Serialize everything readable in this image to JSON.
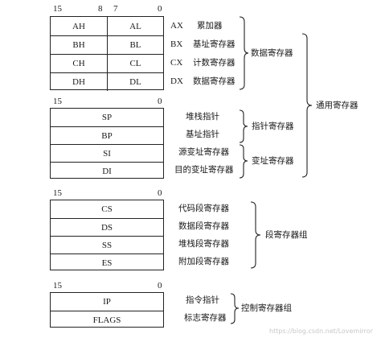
{
  "data_registers": {
    "bit_labels": {
      "high_left": "15",
      "high_right": "8",
      "low_left": "7",
      "low_right": "0"
    },
    "rows": [
      {
        "high": "AH",
        "low": "AL",
        "name": "AX",
        "desc": "累加器"
      },
      {
        "high": "BH",
        "low": "BL",
        "name": "BX",
        "desc": "基址寄存器"
      },
      {
        "high": "CH",
        "low": "CL",
        "name": "CX",
        "desc": "计数寄存器"
      },
      {
        "high": "DH",
        "low": "DL",
        "name": "DX",
        "desc": "数据寄存器"
      }
    ],
    "group_label": "数据寄存器"
  },
  "pointer_index_registers": {
    "bit_labels": {
      "left": "15",
      "right": "0"
    },
    "rows": [
      {
        "name": "SP",
        "desc": "堆栈指针"
      },
      {
        "name": "BP",
        "desc": "基址指针"
      },
      {
        "name": "SI",
        "desc": "源变址寄存器"
      },
      {
        "name": "DI",
        "desc": "目的变址寄存器"
      }
    ],
    "pointer_group_label": "指针寄存器",
    "index_group_label": "变址寄存器"
  },
  "general_group_label": "通用寄存器",
  "segment_registers": {
    "bit_labels": {
      "left": "15",
      "right": "0"
    },
    "rows": [
      {
        "name": "CS",
        "desc": "代码段寄存器"
      },
      {
        "name": "DS",
        "desc": "数据段寄存器"
      },
      {
        "name": "SS",
        "desc": "堆栈段寄存器"
      },
      {
        "name": "ES",
        "desc": "附加段寄存器"
      }
    ],
    "group_label": "段寄存器组"
  },
  "control_registers": {
    "bit_labels": {
      "left": "15",
      "right": "0"
    },
    "rows": [
      {
        "name": "IP",
        "desc": "指令指针"
      },
      {
        "name": "FLAGS",
        "desc": "标志寄存器"
      }
    ],
    "group_label": "控制寄存器组"
  },
  "watermark": "https://blog.csdn.net/Lovemirror"
}
